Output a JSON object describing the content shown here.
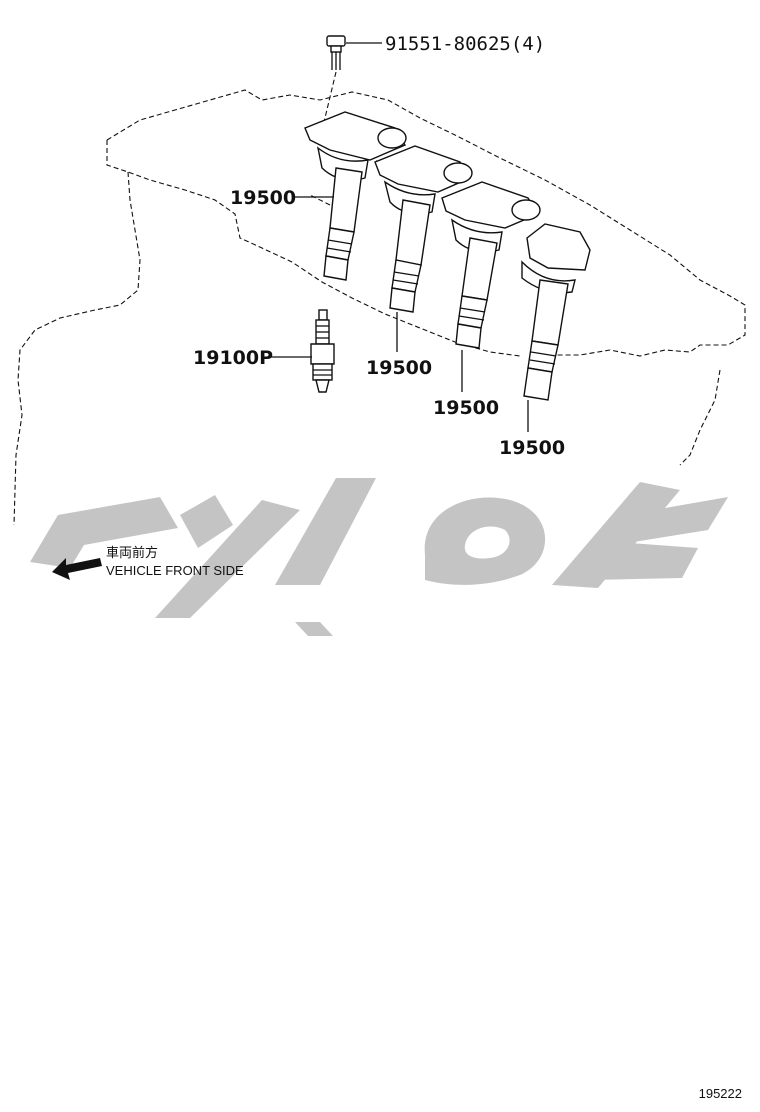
{
  "diagram": {
    "parts": {
      "bolt": "91551-80625(4)",
      "coil_1": "19500",
      "coil_2": "19500",
      "coil_3": "19500",
      "coil_4": "19500",
      "spark_plug": "19100P"
    },
    "direction_label_jp": "車両前方",
    "direction_label_en": "VEHICLE FRONT SIDE",
    "figure_number": "195222"
  },
  "colors": {
    "line": "#111111",
    "watermark": "#c4c4c4"
  }
}
